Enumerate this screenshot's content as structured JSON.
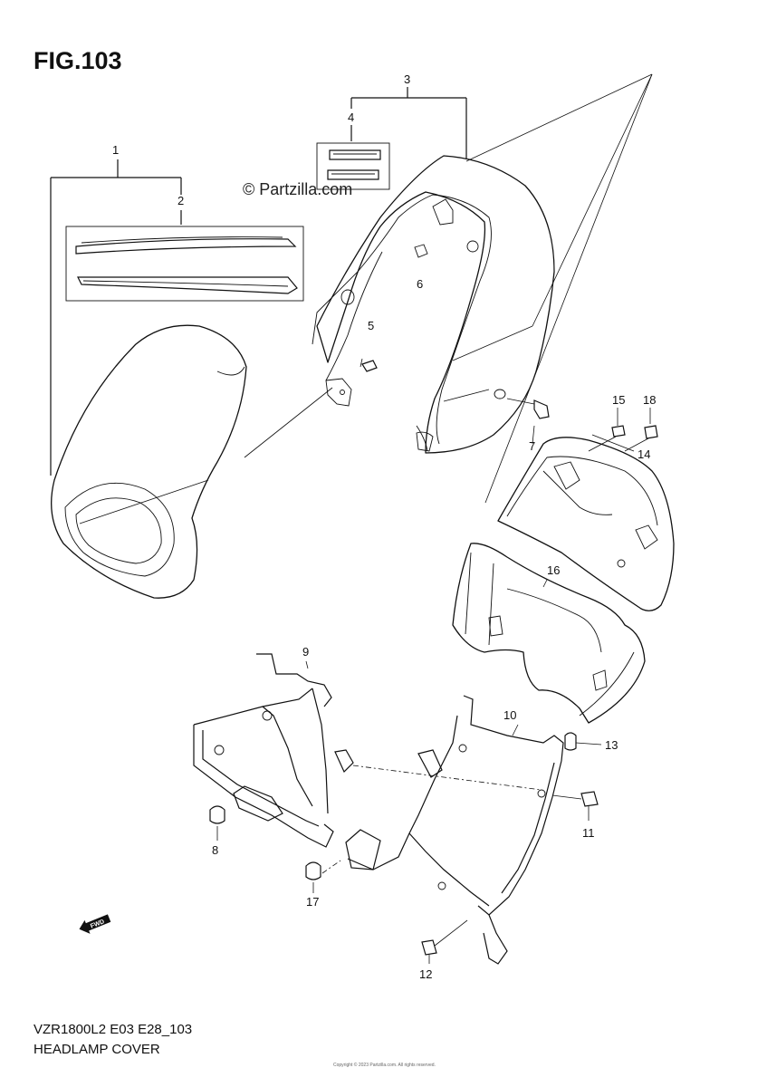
{
  "figure": {
    "title": "FIG.103",
    "watermark": "© Partzilla.com",
    "model_code": "VZR1800L2 E03 E28_103",
    "diagram_name": "HEADLAMP COVER",
    "fine_print": "Copyright © 2023 Partzilla.com. All rights reserved."
  },
  "callouts": [
    {
      "id": "1",
      "label": "1"
    },
    {
      "id": "2",
      "label": "2"
    },
    {
      "id": "3",
      "label": "3"
    },
    {
      "id": "4",
      "label": "4"
    },
    {
      "id": "5",
      "label": "5"
    },
    {
      "id": "6",
      "label": "6"
    },
    {
      "id": "7",
      "label": "7"
    },
    {
      "id": "8",
      "label": "8"
    },
    {
      "id": "9",
      "label": "9"
    },
    {
      "id": "10",
      "label": "10"
    },
    {
      "id": "11",
      "label": "11"
    },
    {
      "id": "12",
      "label": "12"
    },
    {
      "id": "13",
      "label": "13"
    },
    {
      "id": "14",
      "label": "14"
    },
    {
      "id": "15",
      "label": "15"
    },
    {
      "id": "16",
      "label": "16"
    },
    {
      "id": "17",
      "label": "17"
    },
    {
      "id": "18",
      "label": "18"
    }
  ],
  "direction_marker": {
    "label": "FWD",
    "icon": "forward-arrow-icon"
  }
}
